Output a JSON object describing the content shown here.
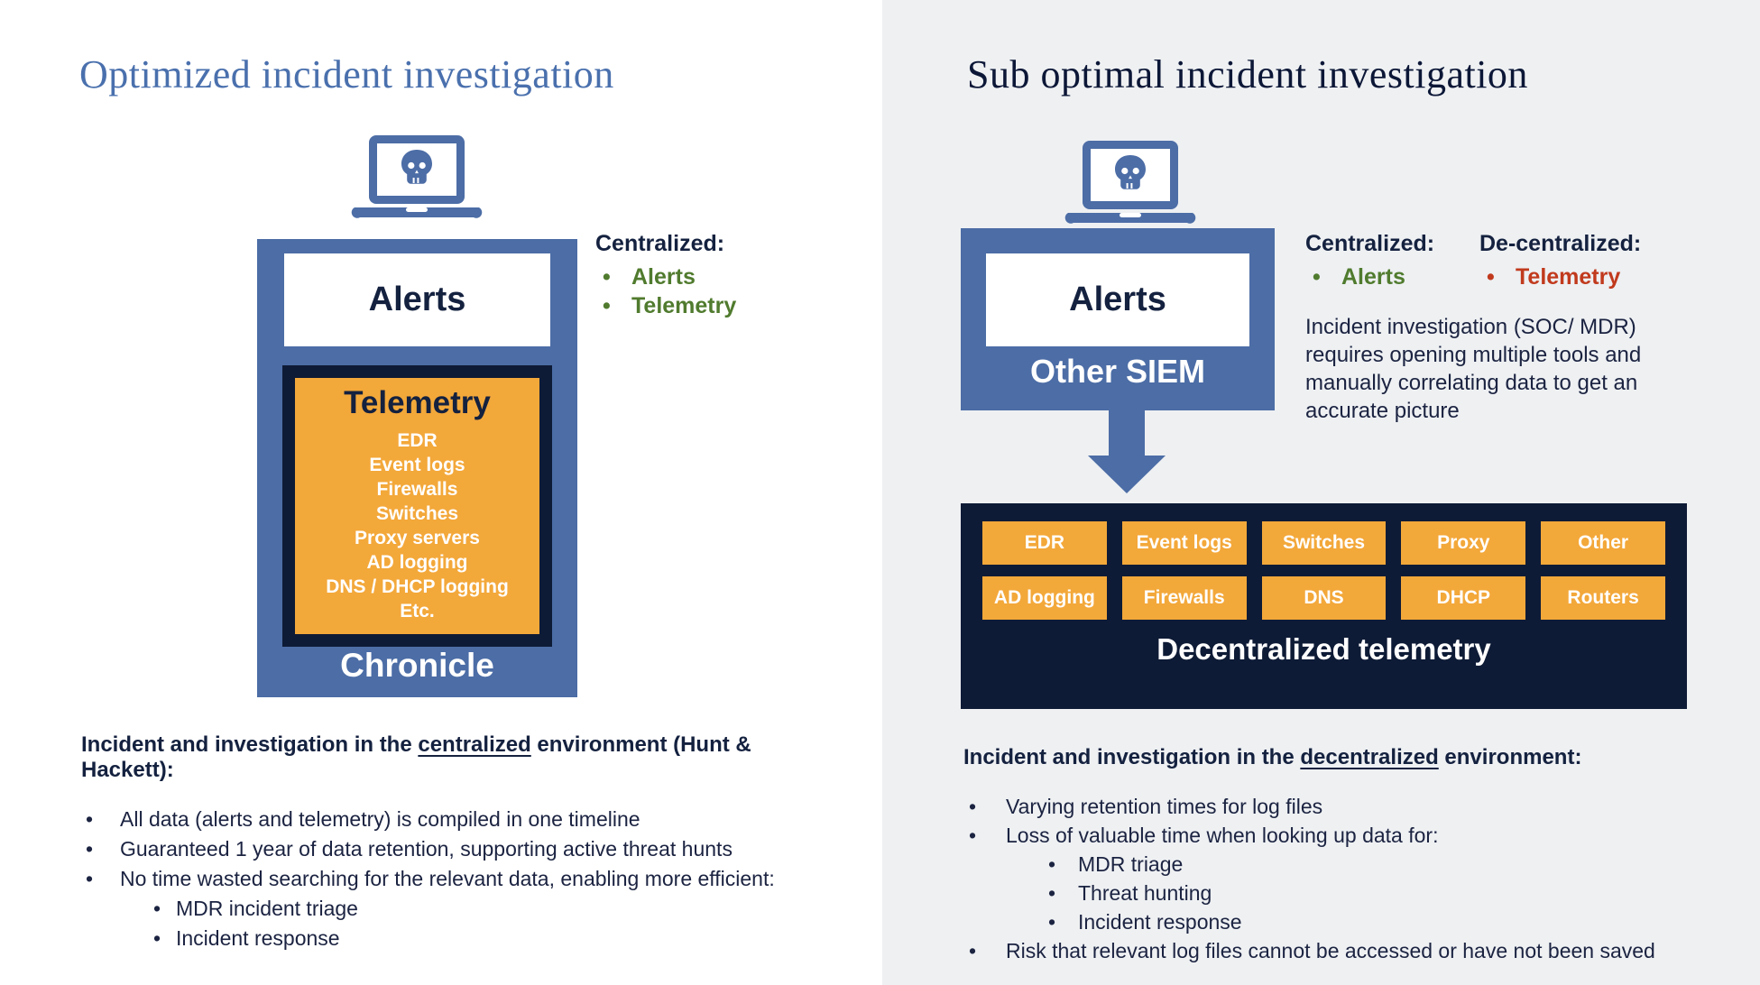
{
  "colors": {
    "steel_blue": "#4c6da6",
    "navy_box": "#0e1b36",
    "text_navy": "#1b2341",
    "orange": "#f3a83a",
    "green": "#507b2e",
    "red": "#c13a1d",
    "left_title_blue": "#4a70ad",
    "right_panel_gray": "#eef0f2"
  },
  "left_panel": {
    "title": "Optimized incident investigation",
    "stack": {
      "alerts": "Alerts",
      "telemetry_title": "Telemetry",
      "telemetry_items": [
        "EDR",
        "Event logs",
        "Firewalls",
        "Switches",
        "Proxy servers",
        "AD logging",
        "DNS / DHCP logging",
        "Etc."
      ],
      "platform": "Chronicle"
    },
    "legend": {
      "heading": "Centralized:",
      "items": [
        "Alerts",
        "Telemetry"
      ]
    },
    "summary": {
      "heading_prefix": "Incident and investigation in the ",
      "heading_underline": "centralized",
      "heading_suffix": " environment (Hunt & Hackett):",
      "bullets": [
        "All data (alerts and telemetry) is compiled in one timeline",
        "Guaranteed 1 year of data retention, supporting active threat hunts",
        "No time wasted searching for the relevant data, enabling more efficient:"
      ],
      "sub_bullets": [
        "MDR incident triage",
        "Incident response"
      ]
    }
  },
  "right_panel": {
    "title": "Sub optimal incident investigation",
    "stack": {
      "alerts": "Alerts",
      "platform": "Other SIEM"
    },
    "legend_centralized": {
      "heading": "Centralized:",
      "item": "Alerts"
    },
    "legend_decentralized": {
      "heading": "De-centralized:",
      "item": "Telemetry"
    },
    "note_lines": [
      "Incident investigation (SOC/ MDR)",
      "requires opening multiple tools and",
      "manually correlating data to get an",
      "accurate picture"
    ],
    "telemetry": {
      "chips": [
        [
          "EDR",
          "Event logs",
          "Switches",
          "Proxy",
          "Other"
        ],
        [
          "AD logging",
          "Firewalls",
          "DNS",
          "DHCP",
          "Routers"
        ]
      ],
      "label": "Decentralized telemetry"
    },
    "summary": {
      "heading_prefix": "Incident and investigation in the ",
      "heading_underline": "decentralized",
      "heading_suffix": " environment:",
      "bullets_before": [
        "Varying retention times for log files",
        "Loss of valuable time when looking up data for:"
      ],
      "sub_bullets": [
        "MDR triage",
        "Threat hunting",
        "Incident response"
      ],
      "bullets_after": [
        "Risk that relevant log files cannot be accessed or have not been saved"
      ]
    }
  }
}
